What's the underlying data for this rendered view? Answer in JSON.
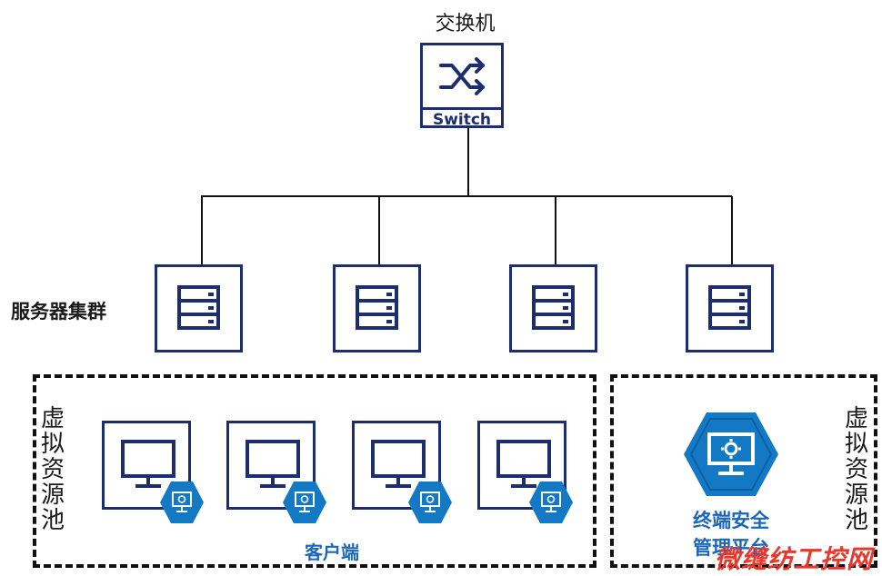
{
  "switch": {
    "title": "交换机",
    "device_label": "Switch"
  },
  "server_cluster": {
    "label": "服务器集群",
    "count": 4
  },
  "virtual_pool_left": {
    "label": "虚拟资源池"
  },
  "virtual_pool_right": {
    "label": "虚拟资源池"
  },
  "clients": {
    "label": "客户端",
    "count": 4
  },
  "platform": {
    "label": "终端安全管理平台"
  },
  "watermark": {
    "text": "微缝纺工控网"
  },
  "colors": {
    "navy": "#1c2e6e",
    "accent": "#1a67b8",
    "hex_fill": "#1479c4",
    "watermark": "#e8372b"
  }
}
